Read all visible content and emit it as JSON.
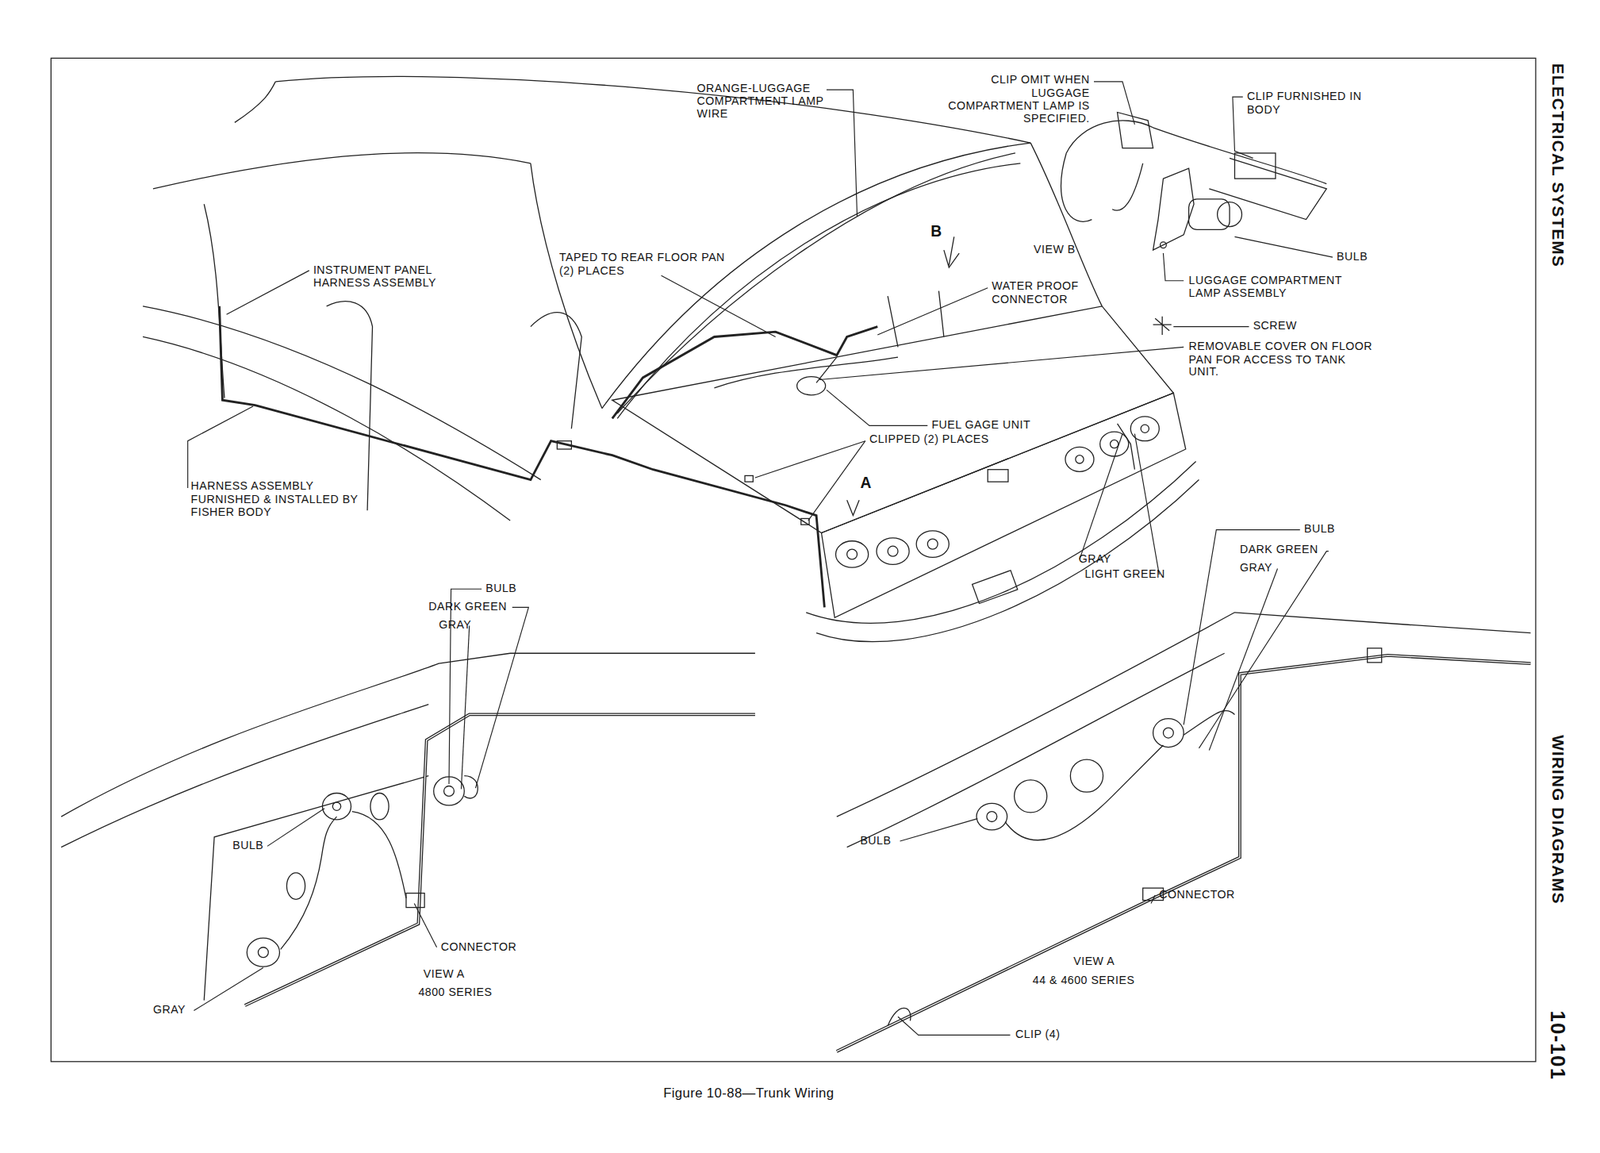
{
  "diagram": {
    "caption": "Figure 10-88—Trunk Wiring",
    "labels": [
      "ORANGE-LUGGAGE COMPARTMENT LAMP WIRE",
      "CLIP OMIT WHEN LUGGAGE COMPARTMENT LAMP IS SPECIFIED.",
      "CLIP FURNISHED IN BODY",
      "VIEW B",
      "BULB",
      "LUGGAGE COMPARTMENT LAMP ASSEMBLY",
      "SCREW",
      "REMOVABLE COVER ON FLOOR PAN FOR ACCESS TO TANK UNIT.",
      "WATER PROOF CONNECTOR",
      "TAPED TO REAR FLOOR PAN (2) PLACES",
      "INSTRUMENT PANEL HARNESS ASSEMBLY",
      "HARNESS ASSEMBLY FURNISHED & INSTALLED BY FISHER BODY",
      "FUEL GAGE UNIT",
      "CLIPPED (2) PLACES",
      "B",
      "A",
      "GRAY",
      "LIGHT GREEN",
      "BULB",
      "DARK GREEN",
      "GRAY",
      "BULB",
      "CONNECTOR",
      "VIEW A",
      "4800 SERIES",
      "GRAY",
      "BULB",
      "DARK GREEN",
      "GRAY",
      "BULB",
      "CONNECTOR",
      "VIEW A",
      "44 & 4600 SERIES",
      "CLIP (4)",
      "ELECTRICAL SYSTEMS",
      "WIRING DIAGRAMS",
      "10-101"
    ]
  }
}
